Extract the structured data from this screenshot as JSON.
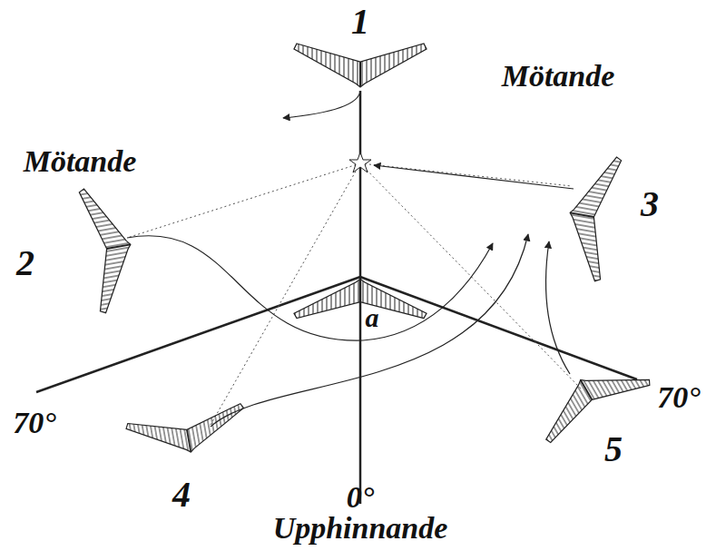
{
  "diagram": {
    "labels": [
      "1",
      "Mötande",
      "Mötande",
      "3",
      "2",
      "a",
      "70°",
      "70°",
      "4",
      "0°",
      "5",
      "Upphinnande"
    ]
  }
}
